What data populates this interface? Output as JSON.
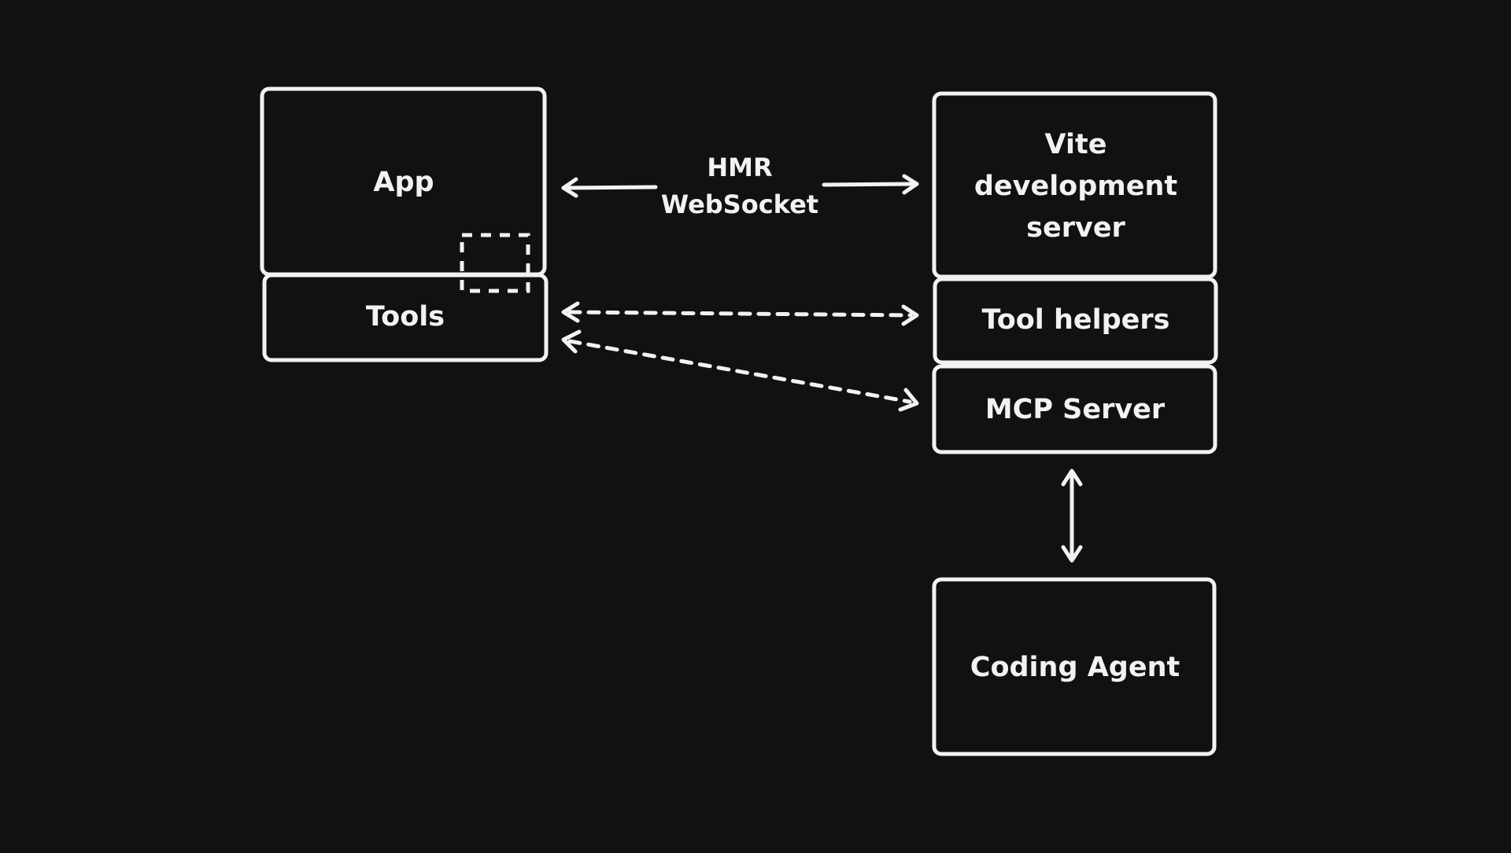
{
  "colors": {
    "background": "#111111",
    "stroke": "#f2f2f2",
    "text": "#f2f2f2"
  },
  "nodes": {
    "app": "App",
    "tools": "Tools",
    "vite": [
      "Vite",
      "development",
      "server"
    ],
    "tool_helpers": "Tool helpers",
    "mcp_server": "MCP Server",
    "coding_agent": "Coding Agent"
  },
  "edges": {
    "hmr": [
      "HMR",
      "WebSocket"
    ]
  }
}
